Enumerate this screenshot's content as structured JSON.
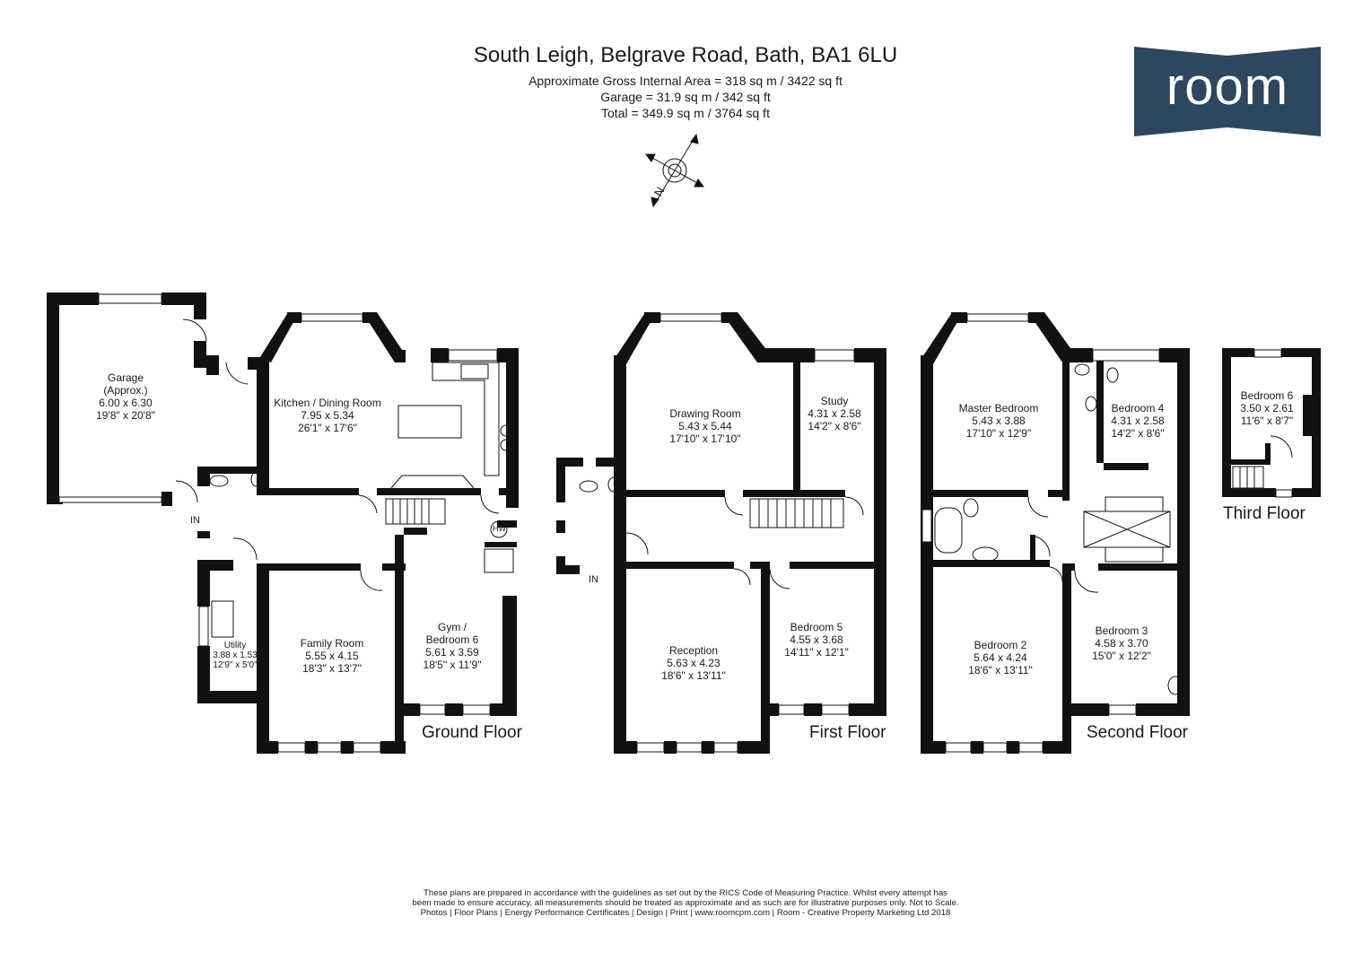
{
  "header": {
    "title": "South Leigh, Belgrave Road, Bath, BA1 6LU",
    "area_line": "Approximate Gross Internal Area = 318 sq m / 3422 sq ft",
    "garage_line": "Garage = 31.9 sq m / 342 sq ft",
    "total_line": "Total = 349.9 sq m / 3764 sq ft"
  },
  "logo": {
    "text": "room",
    "color": "#2e4660"
  },
  "compass": {
    "letter": "N"
  },
  "colors": {
    "wall": "#111111",
    "accent": "#2e4660"
  },
  "entrance_label": "IN",
  "floors": {
    "ground": {
      "label": "Ground Floor",
      "rooms": [
        {
          "name": "Garage",
          "extra": "(Approx.)",
          "metric": "6.00 x 6.30",
          "imperial": "19'8\" x 20'8\""
        },
        {
          "name": "Kitchen / Dining Room",
          "metric": "7.95 x 5.34",
          "imperial": "26'1\" x 17'6\""
        },
        {
          "name": "Utility",
          "metric": "3.88 x 1.53",
          "imperial": "12'9\" x 5'0\""
        },
        {
          "name": "Family Room",
          "metric": "5.55 x 4.15",
          "imperial": "18'3\" x 13'7\""
        },
        {
          "name": "Gym /",
          "extra": "Bedroom 6",
          "metric": "5.61 x 3.59",
          "imperial": "18'5\" x 11'9\""
        }
      ],
      "hw_label": "HW"
    },
    "first": {
      "label": "First Floor",
      "rooms": [
        {
          "name": "Drawing Room",
          "metric": "5.43 x 5.44",
          "imperial": "17'10\" x 17'10\""
        },
        {
          "name": "Study",
          "metric": "4.31 x 2.58",
          "imperial": "14'2\" x 8'6\""
        },
        {
          "name": "Reception",
          "metric": "5.63 x 4.23",
          "imperial": "18'6\" x 13'11\""
        },
        {
          "name": "Bedroom 5",
          "metric": "4.55 x 3.68",
          "imperial": "14'11\" x 12'1\""
        }
      ]
    },
    "second": {
      "label": "Second Floor",
      "rooms": [
        {
          "name": "Master Bedroom",
          "metric": "5.43 x 3.88",
          "imperial": "17'10\" x 12'9\""
        },
        {
          "name": "Bedroom 4",
          "metric": "4.31 x 2.58",
          "imperial": "14'2\" x 8'6\""
        },
        {
          "name": "Bedroom 2",
          "metric": "5.64 x 4.24",
          "imperial": "18'6\" x 13'11\""
        },
        {
          "name": "Bedroom 3",
          "metric": "4.58 x 3.70",
          "imperial": "15'0\" x 12'2\""
        }
      ]
    },
    "third": {
      "label": "Third Floor",
      "rooms": [
        {
          "name": "Bedroom 6",
          "metric": "3.50 x 2.61",
          "imperial": "11'6\" x 8'7\""
        }
      ]
    }
  },
  "footer": {
    "line1": "These plans are prepared in accordance with the guidelines as set out by the RICS Code of Measuring Practice. Whilst every attempt has",
    "line2": "been made to ensure accuracy, all measurements should be treated as approximate and as such are for illustrative purposes only. Not to Scale.",
    "line3": "Photos | Floor Plans | Energy Performance Certificates | Design | Print | www.roomcpm.com | Room - Creative Property Marketing Ltd 2018"
  }
}
